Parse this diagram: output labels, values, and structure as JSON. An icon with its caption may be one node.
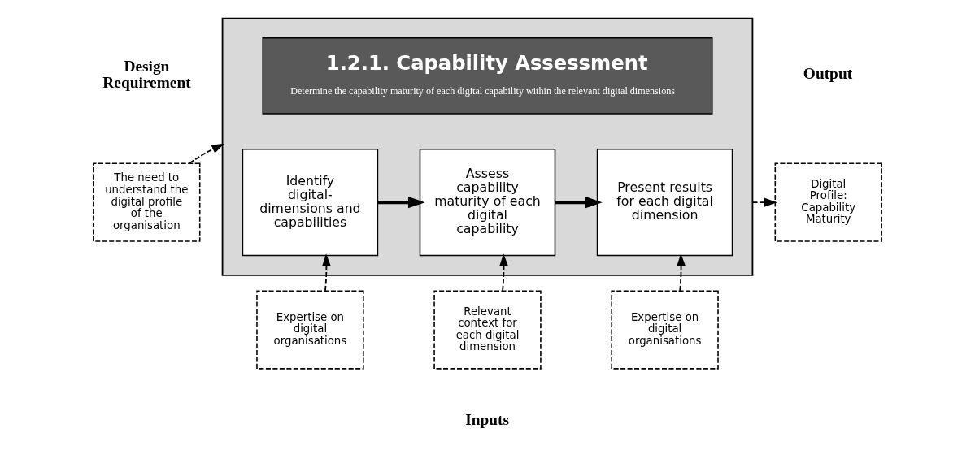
{
  "diagram": {
    "nodes": [
      {
        "text": [],
        "shape": "box"
      },
      {
        "text": [
          "1.2.1. Capability Assessment",
          "Determine the capability maturity of each digital capability within the relevant digital dimensions"
        ],
        "in": 0
      },
      {
        "text": [
          "Identify digital-dimensions and capabilities"
        ],
        "in": 0
      },
      {
        "text": [
          "Assess capability maturity of each digital capability"
        ],
        "in": 0
      },
      {
        "text": [
          "Present results for each digital dimension"
        ],
        "in": 0
      },
      {
        "text": [
          "The need to understand the digital profile of the organisation"
        ]
      },
      {
        "text": [
          "Digital Profile: Capability Maturity"
        ]
      },
      {
        "text": [
          "Expertise on digital organisations"
        ]
      },
      {
        "text": [
          "Relevant context for each digital dimension"
        ]
      },
      {
        "text": [
          "Expertise on digital organisations"
        ]
      }
    ],
    "edges": [
      {
        "from": 5,
        "to": 0,
        "arrow": "to",
        "style": "dashed"
      },
      {
        "from": 0,
        "to": 6,
        "arrow": "to",
        "style": "dashed"
      },
      {
        "from": 2,
        "to": 3,
        "arrow": "to",
        "style": "thick"
      },
      {
        "from": 3,
        "to": 4,
        "arrow": "to",
        "style": "thick"
      },
      {
        "from": 7,
        "to": 2,
        "arrow": "to",
        "style": "dashed"
      },
      {
        "from": 8,
        "to": 3,
        "arrow": "to",
        "style": "dashed"
      },
      {
        "from": 9,
        "to": 4,
        "arrow": "to",
        "style": "dashed"
      }
    ],
    "labels": [
      "Design Requirement",
      "Output",
      "Inputs"
    ]
  }
}
